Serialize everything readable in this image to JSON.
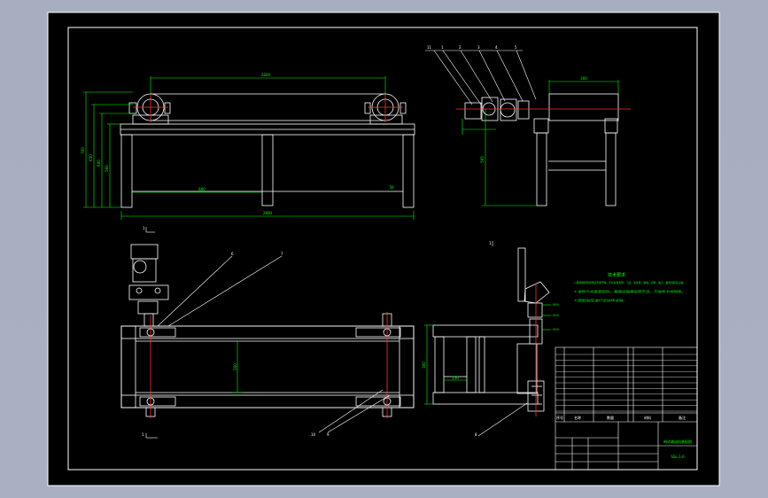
{
  "colors": {
    "background": "#a9afc1",
    "sheet": "#000000",
    "line": "#ffffff",
    "dimension": "#00ff00",
    "centerline": "#ff3030",
    "leader": "#ffffff"
  },
  "top_view": {
    "overall_dim": "2200",
    "leg_span_dim": "600",
    "frame_length_dim": "2600",
    "h1": "700",
    "h2": "650",
    "h3": "600",
    "h4": "560",
    "side_dim": "50",
    "section_mark": "1"
  },
  "side_view": {
    "balloons": [
      "11",
      "1",
      "2",
      "3",
      "4",
      "5"
    ],
    "roller_dim": "300",
    "height_dim": "565"
  },
  "plan_view": {
    "balloons": [
      "6",
      "7"
    ],
    "bottom_balloons": [
      "10",
      "9"
    ],
    "inner_dim": "500",
    "section_mark": "1"
  },
  "end_view": {
    "section_mark": "1",
    "width_dim": "300",
    "inner_dim": "150",
    "balloon": "8"
  },
  "detail": {
    "mark": "1",
    "labels": [
      "500",
      "500",
      "500"
    ]
  },
  "notes": {
    "title": "技术要求",
    "lines": [
      "1.装配前所有零件应清洗干净，不允许有毛刺、飞边、氧化皮、锈蚀、切屑、油污、着色剂和灰尘等。",
      "2.滚筒与支座装配时，需保证轴承运转灵活，不得有卡滞现象。",
      "3.装配后应进行空运转试验。"
    ]
  },
  "title_block": {
    "drawing_name": "带式输送机装配图",
    "drawing_number": "SSL-1-0",
    "header": [
      "序号",
      "名称",
      "数量",
      "材料",
      "备注"
    ]
  }
}
